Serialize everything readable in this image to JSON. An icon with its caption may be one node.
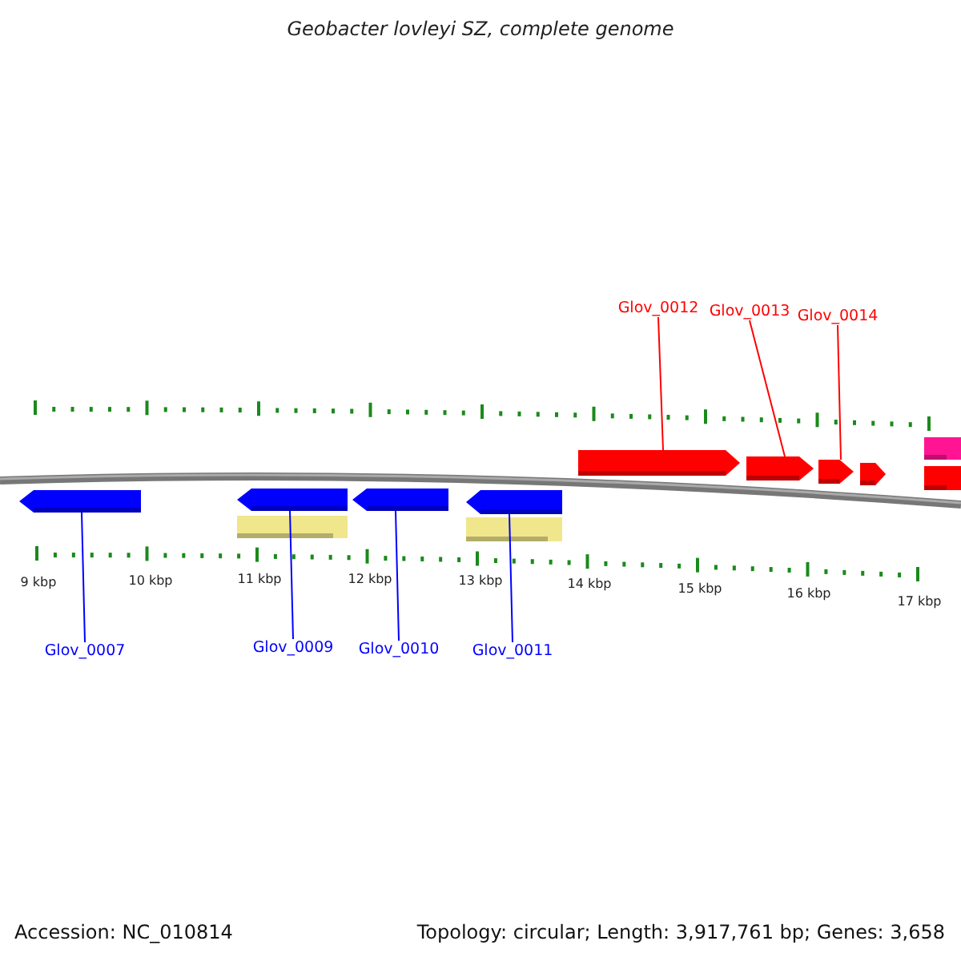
{
  "diagram": {
    "title": "Geobacter lovleyi SZ, complete genome",
    "nodes": [
      {
        "text": [
          "Glov_0012"
        ]
      },
      {
        "text": [
          "Glov_0013"
        ]
      },
      {
        "text": [
          "Glov_0014"
        ]
      },
      {
        "text": [],
        "shape": "pentagon"
      },
      {
        "text": [],
        "shape": "pentagon"
      },
      {
        "text": [],
        "shape": "pentagon"
      },
      {
        "text": [],
        "shape": "pentagon"
      },
      {
        "text": [],
        "shape": "pentagon"
      },
      {
        "text": [],
        "shape": "pentagon"
      },
      {
        "text": [],
        "shape": "pentagon"
      },
      {
        "text": [
          "Glov_0007"
        ]
      },
      {
        "text": [
          "Glov_0009"
        ]
      },
      {
        "text": [
          "Glov_0010"
        ]
      },
      {
        "text": [
          "Glov_0011"
        ]
      }
    ],
    "edges": [
      {
        "from": 0,
        "to": 3,
        "arrow": "none",
        "color": "#ff0000"
      },
      {
        "from": 1,
        "to": 4,
        "arrow": "none",
        "color": "#ff0000"
      },
      {
        "from": 2,
        "to": 5,
        "arrow": "none",
        "color": "#ff0000"
      },
      {
        "from": 10,
        "to": 6,
        "arrow": "none"
      },
      {
        "from": 11,
        "to": 7,
        "arrow": "none"
      },
      {
        "from": 12,
        "to": 8,
        "arrow": "none"
      },
      {
        "from": 13,
        "to": 9,
        "arrow": "none"
      }
    ],
    "labels": [
      "9 kbp",
      "10 kbp",
      "11 kbp",
      "12 kbp",
      "13 kbp",
      "14 kbp",
      "15 kbp",
      "16 kbp",
      "17 kbp",
      "Accession: NC_010814",
      "Topology: circular; Length: 3,917,761 bp; Genes: 3,658"
    ]
  }
}
